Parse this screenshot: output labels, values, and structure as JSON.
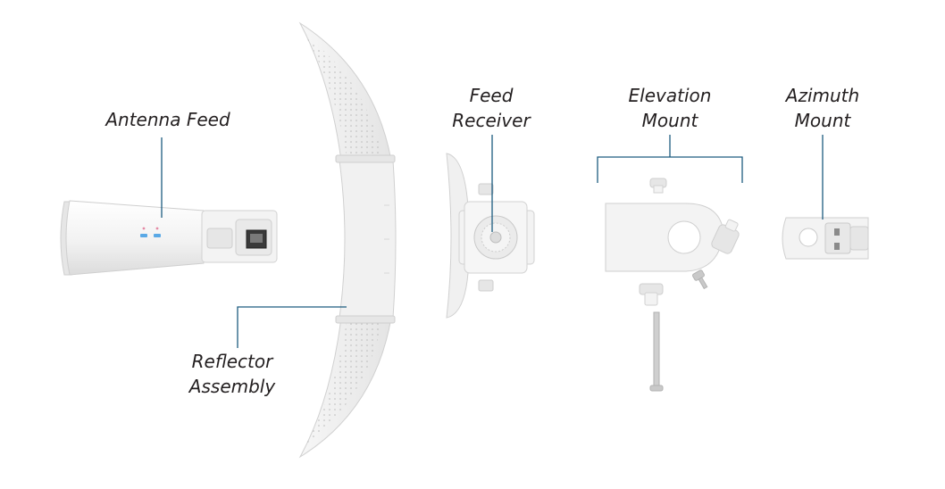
{
  "labels": {
    "antenna_feed": "Antenna Feed",
    "reflector_line1": "Reflector",
    "reflector_line2": "Assembly",
    "feed_receiver_line1": "Feed",
    "feed_receiver_line2": "Receiver",
    "elevation_line1": "Elevation",
    "elevation_line2": "Mount",
    "azimuth_line1": "Azimuth",
    "azimuth_line2": "Mount"
  },
  "colors": {
    "leader_line": "#1d5c80",
    "text": "#231f20",
    "led_blue": "#5aa9e6",
    "led_pink": "#e58aa6"
  }
}
